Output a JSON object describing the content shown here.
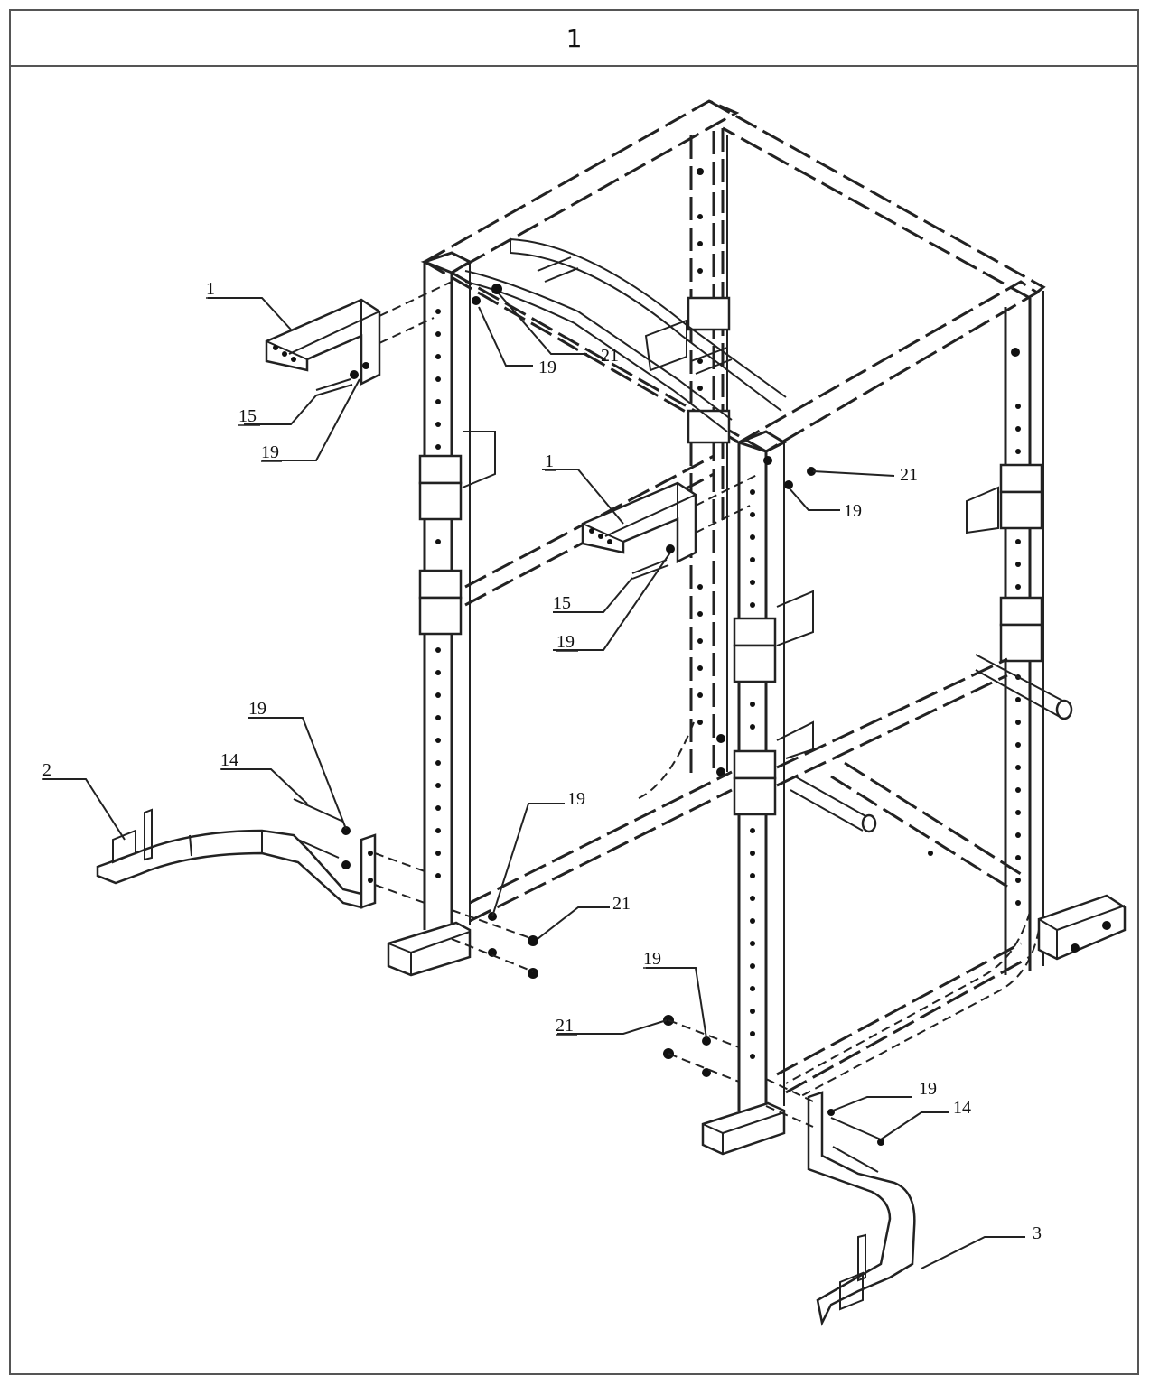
{
  "header": {
    "step_number": "1"
  },
  "part_labels": {
    "top_left_1": "1",
    "top_left_15": "15",
    "top_left_19": "19",
    "top_19": "19",
    "top_21": "21",
    "mid_1": "1",
    "mid_15": "15",
    "mid_19": "19",
    "right_21": "21",
    "right_19": "19",
    "left_19": "19",
    "left_14": "14",
    "left_2": "2",
    "bottom_19": "19",
    "bottom_21": "21",
    "lower_19": "19",
    "lower_21": "21",
    "foot_19": "19",
    "foot_14": "14",
    "foot_3": "3"
  },
  "colors": {
    "line": "#222222",
    "frame": "#555555",
    "background": "#ffffff"
  }
}
